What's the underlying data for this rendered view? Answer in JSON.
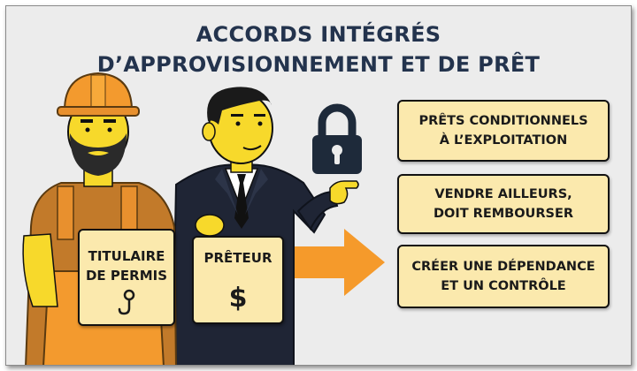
{
  "title": {
    "line1": "ACCORDS INTÉGRÉS",
    "line2": "D’APPROVISIONNEMENT ET DE PRÊT"
  },
  "signs": {
    "permit_holder": {
      "line1": "TITULAIRE",
      "line2": "DE PERMIS",
      "icon": "hook-icon"
    },
    "lender": {
      "label": "PRÊTEUR",
      "icon": "dollar-icon",
      "symbol": "$"
    }
  },
  "boxes": [
    {
      "line1": "PRÊTS CONDITIONNELS",
      "line2": "À L’EXPLOITATION"
    },
    {
      "line1": "VENDRE AILLEURS,",
      "line2": "DOIT REMBOURSER"
    },
    {
      "line1": "CRÉER UNE DÉPENDANCE",
      "line2": "ET UN CONTRÔLE"
    }
  ],
  "colors": {
    "background": "#ececec",
    "title": "#23334d",
    "box_fill": "#fbe9ad",
    "arrow": "#f59a2b",
    "worker_orange": "#e8902e",
    "skin_yellow": "#f7d92b",
    "suit": "#1f2535"
  }
}
